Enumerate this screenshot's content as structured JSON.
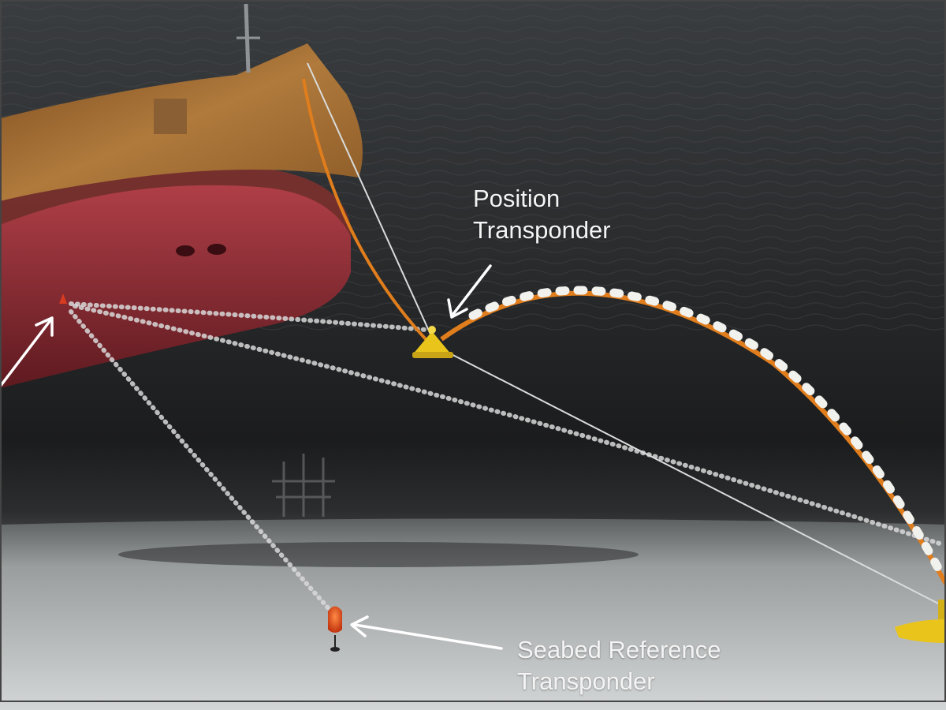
{
  "labels": {
    "position_transponder": {
      "line1": "Position",
      "line2": "Transponder"
    },
    "seabed_reference_transponder": {
      "line1": "Seabed Reference",
      "line2": "Transponder"
    }
  },
  "colors": {
    "sea_dark": "#1a1b1c",
    "sea_mid": "#2e3032",
    "seabed_light": "#c6c9c9",
    "hull_red": "#8e2a32",
    "deck_brown": "#a06a32",
    "riser_orange": "#e07d1c",
    "buoy_yellow": "#e9c51c",
    "beacon_red": "#d7421c",
    "arrow_white": "#ffffff",
    "frame_border": "#444444"
  },
  "icons": [
    "arrow-pointer-icon",
    "transponder-beacon-icon",
    "buoy-icon"
  ]
}
